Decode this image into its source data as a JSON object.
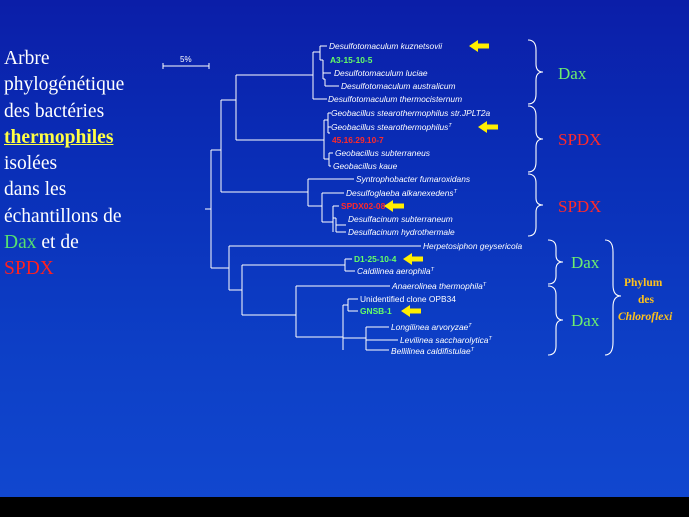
{
  "title_lines": {
    "l1": "Arbre",
    "l2": "phylogénétique",
    "l3": "des bactéries",
    "l4": "thermophiles",
    "l5": "isolées",
    "l6": "dans les",
    "l7": "échantillons de",
    "l8a": "Dax",
    "l8b": " et de",
    "l9": "SPDX"
  },
  "scale_bar": {
    "label": "5%"
  },
  "taxa": {
    "t1": "Desulfotomaculum kuznetsovii",
    "t2": "A3-15-10-5",
    "t3": "Desulfotomaculum luciae",
    "t4": "Desulfotomaculum australicum",
    "t5": "Desulfotomaculum thermocisternum",
    "t6": "Geobacillus stearothermophilus str.JPLT2a",
    "t7": "Geobacillus stearothermophilus",
    "t8": "45.16.29.10-7",
    "t9": "Geobacillus subterraneus",
    "t10": "Geobacillus kaue",
    "t11": "Syntrophobacter fumaroxidans",
    "t12": "Desulfoglaeba alkanexedens",
    "t13": "SPDX02-08",
    "t14": "Desulfacinum subterraneum",
    "t15": "Desulfacinum hydrothermale",
    "t16": "Herpetosiphon geysericola",
    "t17": "D1-25-10-4",
    "t18": "Caldilinea aerophila",
    "t19": "Anaerolinea thermophila",
    "t20": "Unidentified clone OPB34",
    "t21": "GNSB-1",
    "t22": "Longilinea arvoryzae",
    "t23": "Levilinea saccharolytica",
    "t24": "Bellilinea caldifistulae"
  },
  "type_strain_mark": "T",
  "groups": {
    "g1": "Dax",
    "g2": "SPDX",
    "g3": "SPDX",
    "g4": "Dax",
    "g5": "Dax"
  },
  "phylum": {
    "l1": "Phylum",
    "l2": "des",
    "l3": "Chloroflexi"
  },
  "colors": {
    "background": "#0a2fb8",
    "text": "#ffffff",
    "dax_green": "#6dee6d",
    "spdx_red": "#ff2a2a",
    "arrow_yellow": "#ffee00",
    "phylum_gold": "#ffc21a"
  }
}
